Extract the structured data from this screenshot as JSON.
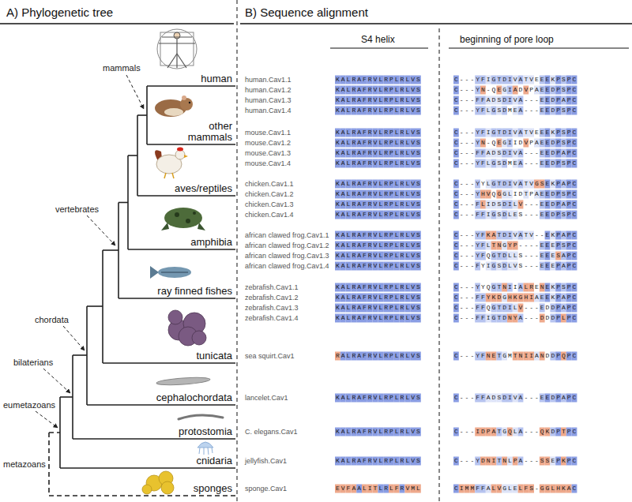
{
  "diagram": {
    "labels": [
      "A) Phylogenetic tree",
      "B) Sequence alignment",
      "human",
      "other mammals",
      "aves/reptiles",
      "amphibia",
      "ray finned fishes",
      "tunicata",
      "cephalochordata",
      "protostomia",
      "cnidaria",
      "sponges",
      "mammals",
      "vertebrates",
      "chordata",
      "bilaterians",
      "eumetazoans",
      "metazoans",
      "S4 helix",
      "beginning of pore loop",
      "human.Cav1.1",
      "KALRAFRVLRPLRLVS",
      "C---YFIGTDIVATVEEEKPSPC",
      "human.Cav1.2",
      "KALRAFRVLRPLRLVS",
      "C---YN-QEGIADVPAEEDPSPC",
      "human.Cav1.3",
      "KALRAFRVLRPLRLVS",
      "C---FFADSDIVA---EEDPAPC",
      "human.Cav1.4",
      "KALRAFRVLRPLRLVS",
      "C---YFLGSDMEA---EEDPSPC",
      "mouse.Cav1.1",
      "KALRAFRVLRPLRLVS",
      "C---YFIGTDIVATVEEEKPSPC",
      "mouse.Cav1.2",
      "KALRAFRVLRPLRLVS",
      "C---YN-QEGIIDVPAEEDPSPC",
      "mouse.Cav1.3",
      "KALRAFRVLRPLRLVS",
      "C---FFADSDIVA---EEDPAPC",
      "mouse.Cav1.4",
      "KALRAFRVLRPLRLVS",
      "C---YFLGSDMEA---EEDPSPC",
      "chicken.Cav1.1",
      "KALRAFRVLRPLRLVS",
      "C---YYLGTDIVATVGSEKPAPC",
      "chicken.Cav1.2",
      "KALRAFRVLRPLRLVS",
      "C---YHVQGGLIDTPAEEDPSPC",
      "chicken.Cav1.3",
      "KALRAFRVLRPLRLVS",
      "C---FLIDSDILV---EEDPAPC",
      "chicken.Cav1.4",
      "KALRAFRVLRPLRLVS",
      "C---FFIGSDLES---EEDPSPC",
      "african clawed frog.Cav1.1",
      "KALRAFRVLRPLRLVS",
      "C---YFKATDIVATV--EKPAPC",
      "african clawed frog.Cav1.2",
      "KALRAFRVLRPLRLVS",
      "C---YFLTNGYP----EEEPSPC",
      "african clawed frog.Cav1.3",
      "KALRAFRVLRPLRLVS",
      "C---YFQGTDLLS---EEESAPC",
      "african clawed frog.Cav1.4",
      "KALRAFRVLRPLRLVS",
      "C---FYIGSDLVS---EEEPAPC",
      "zebrafish.Cav1.1",
      "KALRAFRVLRPLRLVS",
      "C---YYQGTNIIALRENEKPSPC",
      "zebrafish.Cav1.2",
      "KALRAFRVLRPLRLVS",
      "C---FFYKDGHKGHIAEEKPAPC",
      "zebrafish.Cav1.3",
      "KALRAFRVLRPLRLVS",
      "C---FFQGTDILV---EDDPAPC",
      "zebrafish.Cav1.4",
      "KALRAFRVLRPLRLVS",
      "C---FFIGTDNYA---DDDPLPC",
      "sea squirt.Cav1",
      "RALRAFRVLRPLRLVS",
      "C---YFNETGMTNIIANDDPQPC",
      "lancelet.Cav1",
      "KALRAFRVLRPLRLVS",
      "C---FFADSDIVA---EEDPAPC",
      "C. elegans.Cav1",
      "KALRAFRVLRPLRLVS",
      "C---IDPATGQLA---QKDPTPC",
      "jellyfish.Cav1",
      "KALRAFRVLRPLRLVS",
      "C---YDNITNLPA---SSEPKPC",
      "sponge.Cav1",
      "EVFAALITLRLFRVML",
      "CIMMFFALVGLELFS-GGLHKAC"
    ]
  }
}
